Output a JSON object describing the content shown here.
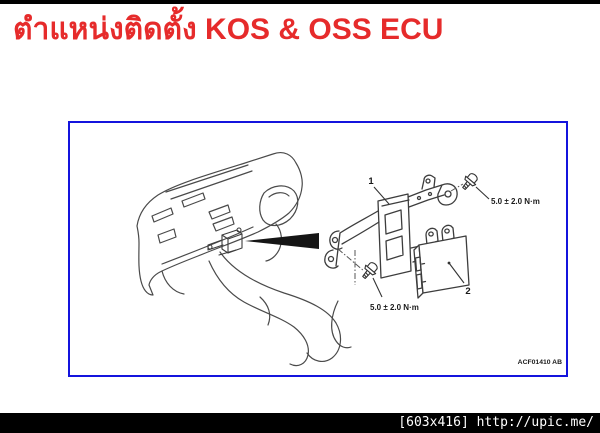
{
  "header": {
    "title": "ตำแหน่งติดตั้ง KOS & OSS ECU"
  },
  "figure": {
    "part1_label": "1",
    "part2_label": "2",
    "torque_upper": "5.0 ± 2.0 N·m",
    "torque_lower": "5.0 ± 2.0 N·m",
    "figure_code": "ACF01410 AB"
  },
  "footer": {
    "watermark": "[603x416] http://upic.me/"
  },
  "colors": {
    "title_red": "#e62b2b",
    "frame_blue": "#1414dd",
    "bar_black": "#000000",
    "line_gray": "#4a4a4a"
  }
}
